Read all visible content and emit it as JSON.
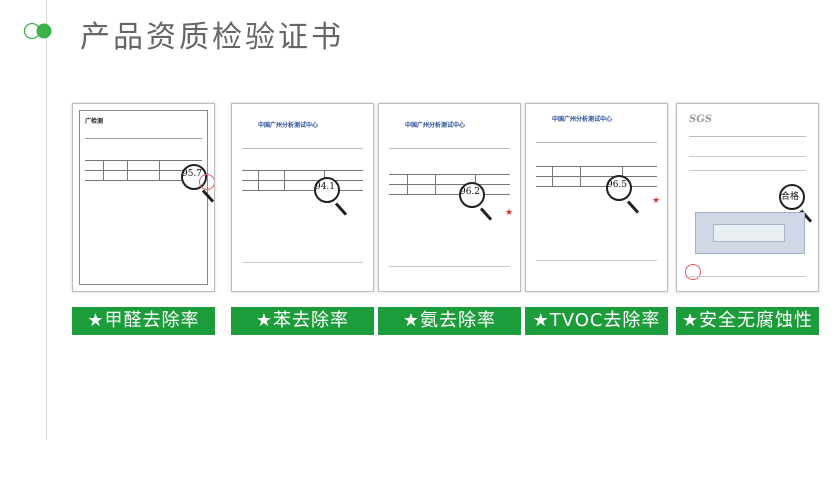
{
  "header": {
    "title": "产品资质检验证书"
  },
  "certificates": [
    {
      "id": "c1",
      "logo_text": "广检测",
      "rate_value": "95.7",
      "label": "★甲醛去除率"
    },
    {
      "id": "c2",
      "logo_text": "中国广州分析测试中心",
      "rate_value": "94.1",
      "label": "★苯去除率"
    },
    {
      "id": "c3",
      "logo_text": "中国广州分析测试中心",
      "rate_value": "96.2",
      "label": "★氨去除率"
    },
    {
      "id": "c4",
      "logo_text": "中国广州分析测试中心",
      "rate_value": "96.5",
      "label": "★TVOC去除率"
    },
    {
      "id": "c5",
      "logo_text": "SGS",
      "rate_value": "合格",
      "label": "★安全无腐蚀性"
    }
  ],
  "colors": {
    "banner": "#1d9c3c",
    "title": "#666666",
    "accent_dot": "#3db24a"
  }
}
